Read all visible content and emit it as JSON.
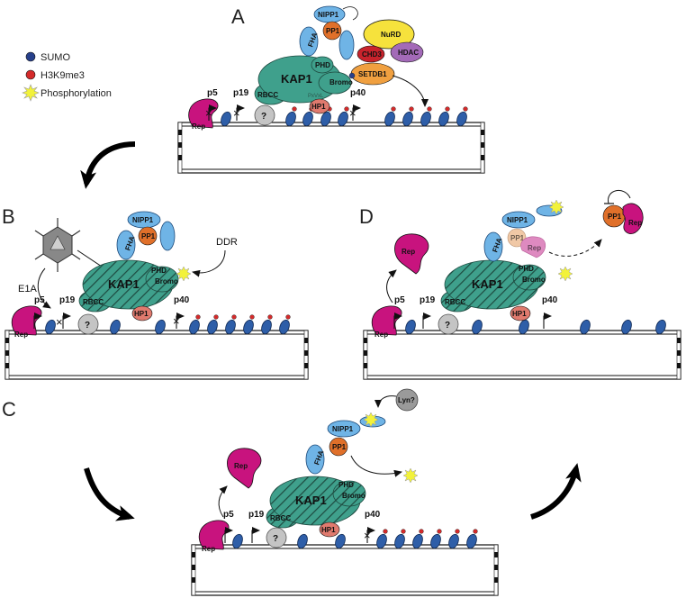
{
  "panels": {
    "a": "A",
    "b": "B",
    "c": "C",
    "d": "D"
  },
  "legend": {
    "sumo": "SUMO",
    "h3k9": "H3K9me3",
    "phos": "Phosphorylation"
  },
  "proteins": {
    "kap1": "KAP1",
    "nipp1": "NIPP1",
    "pp1": "PP1",
    "fha": "FHA",
    "phd": "PHD",
    "bromo": "Bromo",
    "rbcc": "RBCC",
    "hp1": "HP1",
    "pxvxl": "PxVxL",
    "nurd": "NuRD",
    "chd3": "CHD3",
    "hdac": "HDAC",
    "setdb1": "SETDB1",
    "rep": "Rep",
    "unknown": "?",
    "lyn": "Lyn?"
  },
  "promoters": {
    "p5": "p5",
    "p19": "p19",
    "p40": "p40"
  },
  "signals": {
    "e1a": "E1A",
    "ddr": "DDR"
  },
  "colors": {
    "kap1": "#3fa08c",
    "nipp1": "#6fb4e6",
    "pp1": "#e0702a",
    "rep": "#c8137e",
    "nurd": "#f6e23c",
    "chd3": "#c8232c",
    "hdac": "#a36ab8",
    "setdb1": "#f0a040",
    "hp1": "#e07a6e",
    "nucleosome": "#2e5ea8",
    "sumo": "#27408b",
    "h3k9": "#d42a2a",
    "star": "#f2f23a"
  }
}
